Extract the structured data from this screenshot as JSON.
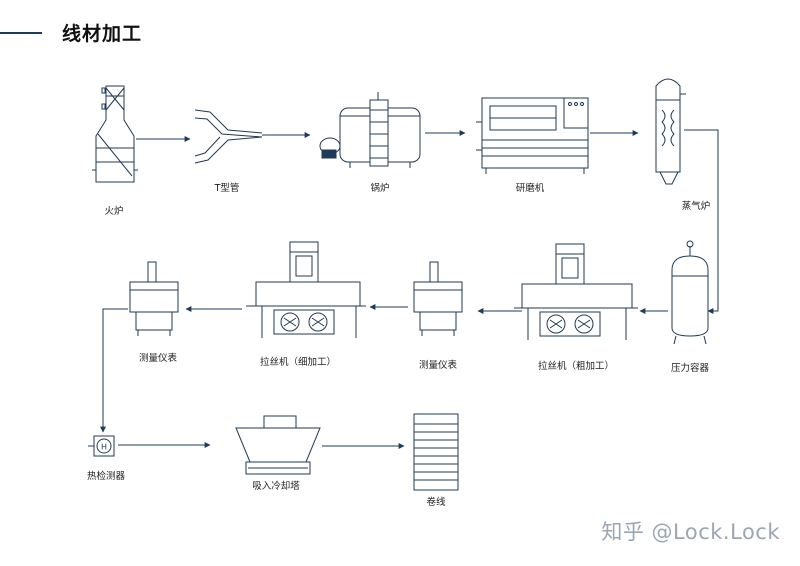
{
  "title": "线材加工",
  "watermark": "知乎 @Lock.Lock",
  "nodes": {
    "furnace": "火炉",
    "t_pipe": "T型管",
    "boiler": "锅炉",
    "grinder": "研磨机",
    "steam_furnace": "蒸气炉",
    "pressure_vessel": "压力容器",
    "drawing_rough": "拉丝机（粗加工）",
    "gauge_a": "测量仪表",
    "drawing_fine": "拉丝机（细加工）",
    "gauge_b": "测量仪表",
    "heat_detector": "热检测器",
    "heat_detector_symbol": "H",
    "cooling_tower": "吸入冷却塔",
    "coil": "卷线"
  }
}
